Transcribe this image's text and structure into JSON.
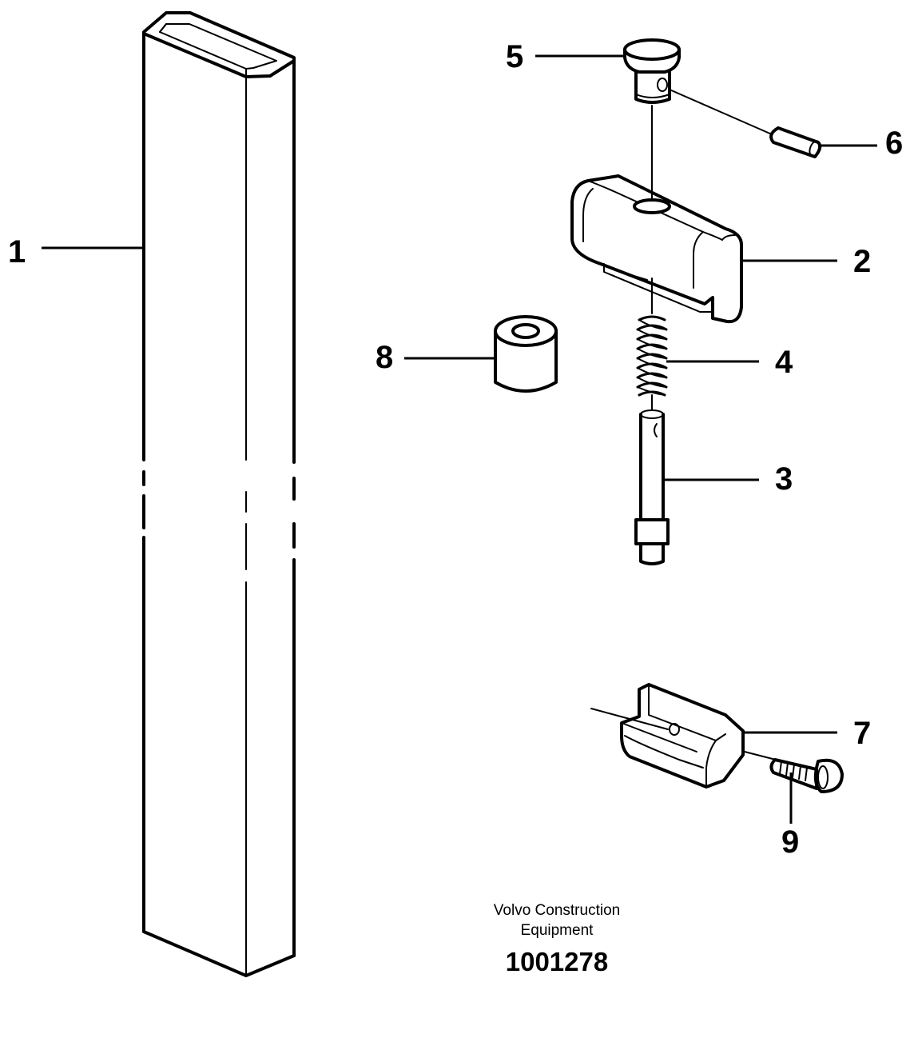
{
  "callouts": {
    "c1": "1",
    "c2": "2",
    "c3": "3",
    "c4": "4",
    "c5": "5",
    "c6": "6",
    "c7": "7",
    "c8": "8",
    "c9": "9"
  },
  "caption": {
    "line1": "Volvo Construction",
    "line2": "Equipment",
    "doc_number": "1001278"
  }
}
